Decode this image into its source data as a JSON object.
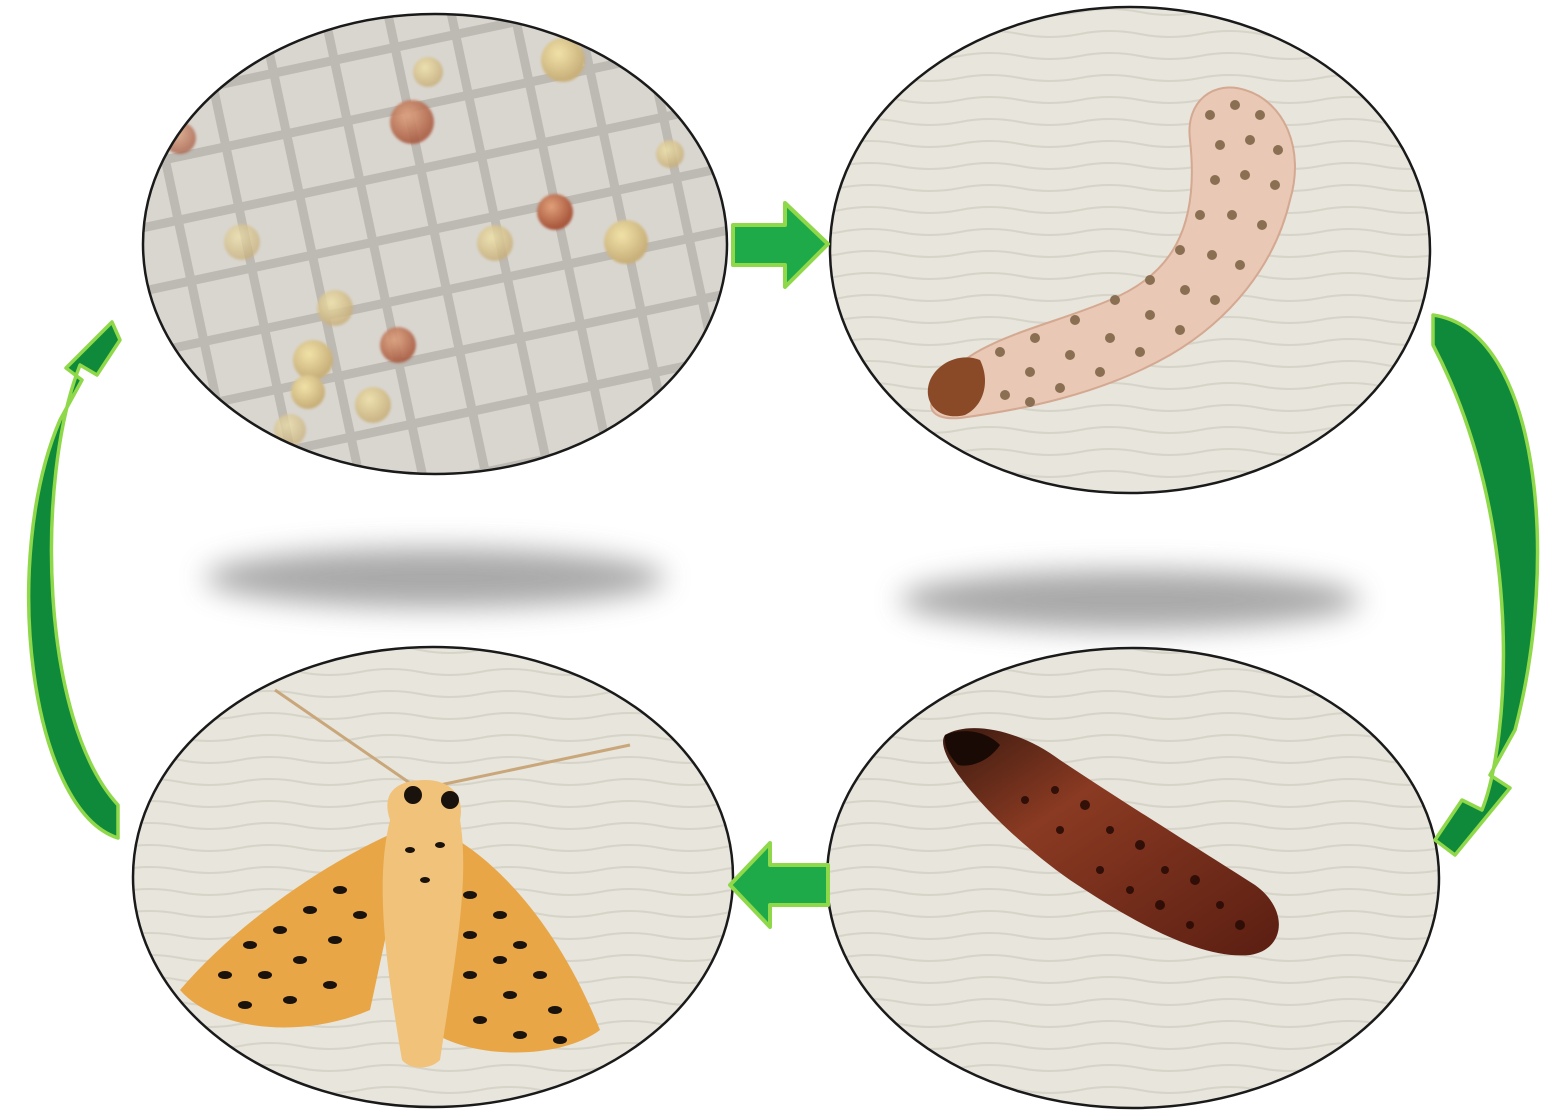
{
  "diagram": {
    "kind": "life-cycle",
    "stages": [
      {
        "id": "egg",
        "icon": "eggs-on-mesh-photo"
      },
      {
        "id": "larva",
        "icon": "caterpillar-photo"
      },
      {
        "id": "pupa",
        "icon": "pupa-photo"
      },
      {
        "id": "adult",
        "icon": "moth-photo"
      }
    ],
    "flow": [
      {
        "from": "egg",
        "to": "larva"
      },
      {
        "from": "larva",
        "to": "pupa"
      },
      {
        "from": "pupa",
        "to": "adult"
      },
      {
        "from": "adult",
        "to": "egg"
      }
    ],
    "colors": {
      "arrow_fill": "#1faa4a",
      "arrow_outline": "#8fd84a",
      "curve_dark": "#0e8a3a",
      "ellipse_border": "#1a1a1a",
      "mesh_bg": "#d9d6d0",
      "mesh_line": "#b7b3ad",
      "paper_bg": "#e7e5dc",
      "larva_body": "#e9c8b5",
      "larva_spot": "#8a6f52",
      "pupa_body": "#6b2a1a",
      "moth_wing": "#e8a646",
      "moth_spot": "#1a120c"
    }
  }
}
